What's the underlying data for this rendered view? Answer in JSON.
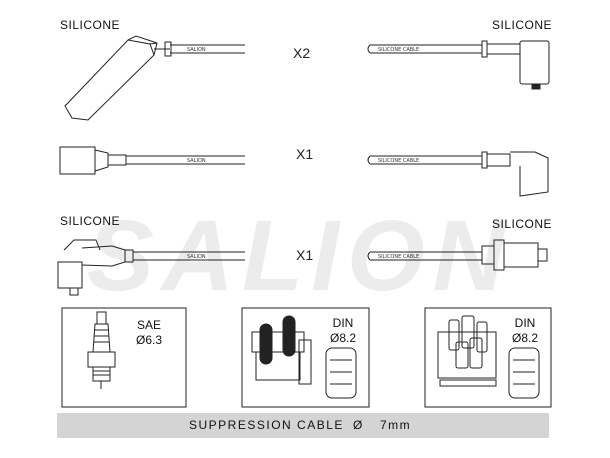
{
  "labels": {
    "top_left": "SILICONE",
    "top_right": "SILICONE",
    "mid_left": "SILICONE",
    "mid_right": "SILICONE"
  },
  "multipliers": [
    "X2",
    "X1",
    "X1"
  ],
  "cable_prints": {
    "left": "SALION",
    "right": "SILICONE CABLE"
  },
  "watermark": "SALION",
  "terminals": {
    "sae": {
      "name": "SAE",
      "size": "6.3"
    },
    "din_cap": {
      "name": "DIN",
      "size": "8.2"
    },
    "din_cap2": {
      "name": "DIN",
      "size": "8.2"
    }
  },
  "diameter_symbol": "Ø",
  "footer": {
    "label": "SUPPRESSION CABLE",
    "symbol": "Ø",
    "value": "7mm"
  }
}
